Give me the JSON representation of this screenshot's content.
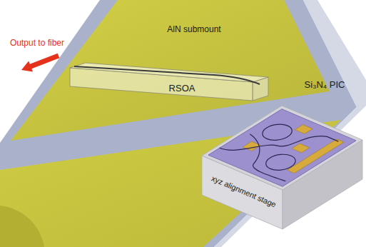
{
  "diagram": {
    "nodes": [
      {
        "text": [
          "AlN submount"
        ]
      },
      {
        "text": [
          "RSOA"
        ],
        "in": 0
      },
      {
        "text": [
          "Si₃N₄ PIC"
        ]
      }
    ],
    "labels": [
      "Output to fiber",
      "xyz alignment stage"
    ]
  }
}
